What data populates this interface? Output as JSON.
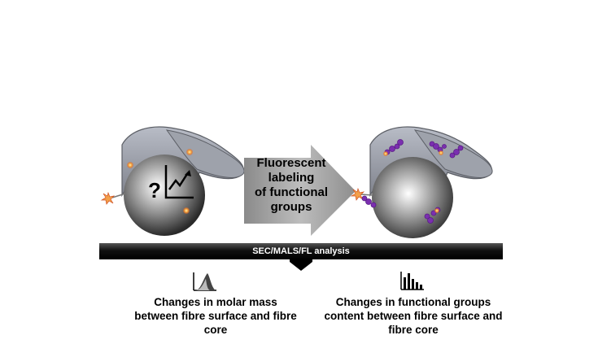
{
  "arrow": {
    "lines": [
      "Fluorescent",
      "labeling",
      "of functional",
      "groups"
    ]
  },
  "analysis_bar": {
    "label": "SEC/MALS/FL analysis"
  },
  "left_result": {
    "icon": "molar-mass-distribution-icon",
    "lines": [
      "Changes in molar mass",
      "between fibre surface and fibre",
      "core"
    ]
  },
  "right_result": {
    "icon": "bar-histogram-icon",
    "lines": [
      "Changes in functional groups",
      "content between fibre surface and",
      "fibre core"
    ]
  },
  "left_fibre": {
    "question_mark": "?"
  },
  "colors": {
    "arrow_fill": "#9a9a9a",
    "bar_fill": "#1a1a1a",
    "fluorophore": "#7b2fb0",
    "spot": "#f28a2e"
  }
}
